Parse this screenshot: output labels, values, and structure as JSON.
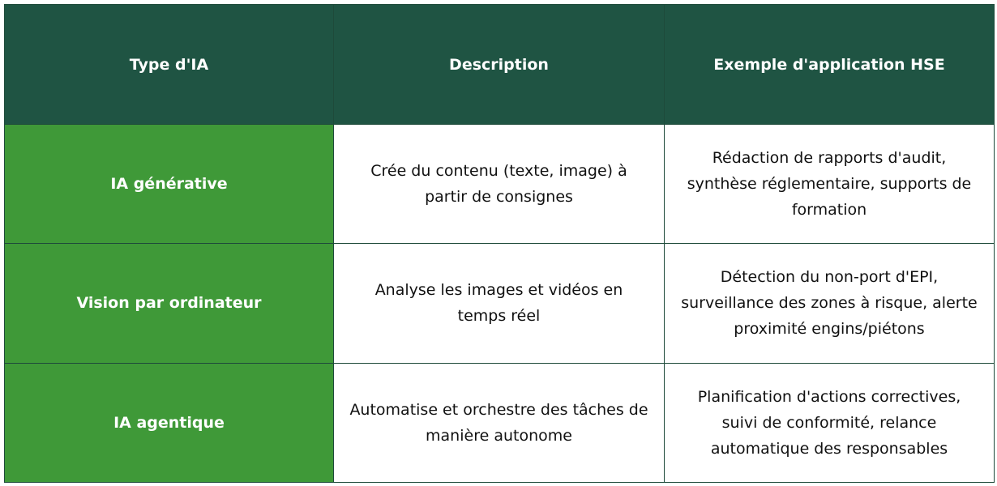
{
  "colors": {
    "header_bg": "#1f5443",
    "type_cell_bg": "#3f9938",
    "header_text": "#ffffff",
    "body_text": "#111111",
    "border": "#1e4a3a"
  },
  "table": {
    "headers": [
      "Type d'IA",
      "Description",
      "Exemple d'application HSE"
    ],
    "rows": [
      {
        "type": "IA générative",
        "description": "Crée du contenu (texte, image) à partir de consignes",
        "example": "Rédaction de rapports d'audit, synthèse réglementaire, supports de formation"
      },
      {
        "type": "Vision par ordinateur",
        "description": "Analyse les images et vidéos en temps réel",
        "example": "Détection du non-port d'EPI, surveillance des zones à risque, alerte proximité engins/piétons"
      },
      {
        "type": "IA agentique",
        "description": "Automatise et orchestre des tâches de manière autonome",
        "example": "Planification d'actions correctives, suivi de conformité, relance automatique des responsables"
      }
    ]
  }
}
